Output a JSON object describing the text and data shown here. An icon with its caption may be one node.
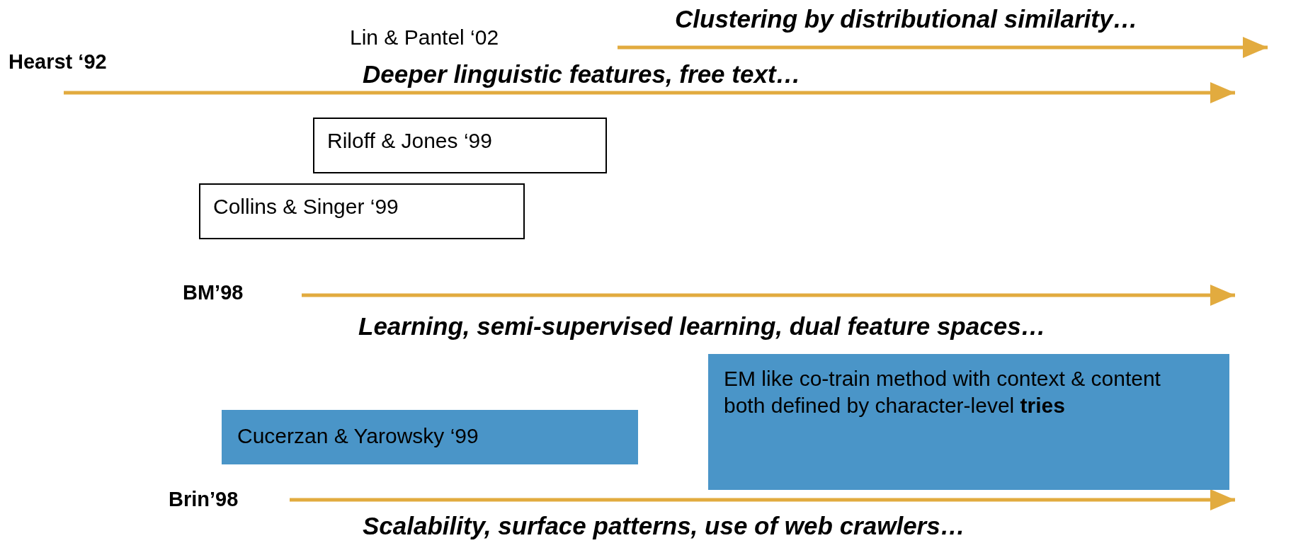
{
  "diagram": {
    "nodes": [
      {
        "text": [
          "Riloff & Jones ‘99"
        ]
      },
      {
        "text": [
          "Collins & Singer ‘99"
        ]
      },
      {
        "text": [
          "EM like co-train method with context & content both defined by character-level **tries**"
        ]
      },
      {
        "text": [
          "Cucerzan & Yarowsky ‘99"
        ]
      }
    ],
    "labels": [
      "Lin & Pantel ‘02",
      "Clustering by distributional similarity…",
      "Hearst ‘92",
      "Deeper linguistic features, free text…",
      "BM’98",
      "Learning, semi-supervised learning, dual feature spaces…",
      "Brin’98",
      "Scalability, surface patterns, use of web crawlers…"
    ]
  }
}
